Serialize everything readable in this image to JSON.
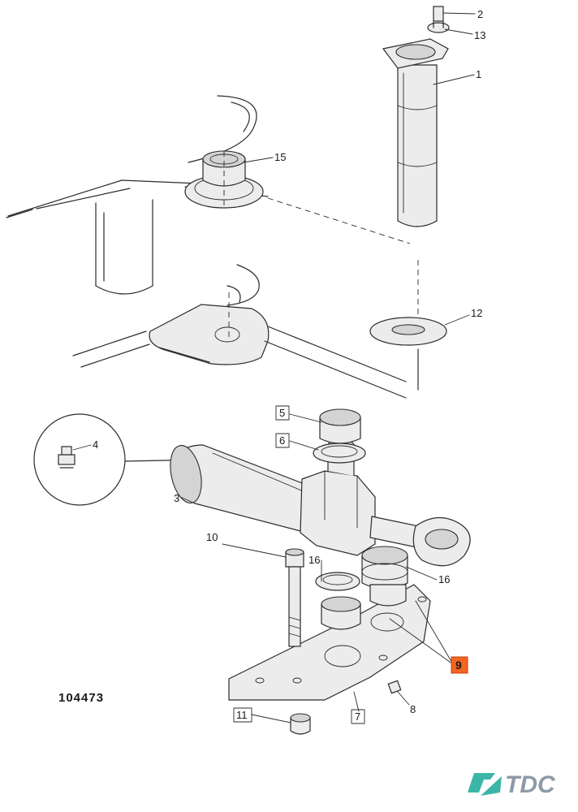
{
  "diagram": {
    "reference_number": "104473",
    "callouts": [
      {
        "id": "c-2",
        "label": "2"
      },
      {
        "id": "c-13",
        "label": "13"
      },
      {
        "id": "c-1",
        "label": "1"
      },
      {
        "id": "c-15",
        "label": "15"
      },
      {
        "id": "c-12",
        "label": "12"
      },
      {
        "id": "c-5",
        "label": "5"
      },
      {
        "id": "c-6",
        "label": "6"
      },
      {
        "id": "c-4",
        "label": "4"
      },
      {
        "id": "c-3",
        "label": "3"
      },
      {
        "id": "c-10",
        "label": "10"
      },
      {
        "id": "c-16a",
        "label": "16"
      },
      {
        "id": "c-16b",
        "label": "16"
      },
      {
        "id": "c-9",
        "label": "9",
        "highlighted": true
      },
      {
        "id": "c-8",
        "label": "8"
      },
      {
        "id": "c-7",
        "label": "7"
      },
      {
        "id": "c-11",
        "label": "11"
      }
    ],
    "highlight_color": "#f26522"
  },
  "brand": {
    "name": "TDC",
    "accent_color": "#3bb6a6",
    "text_color": "#8d9aa6"
  }
}
